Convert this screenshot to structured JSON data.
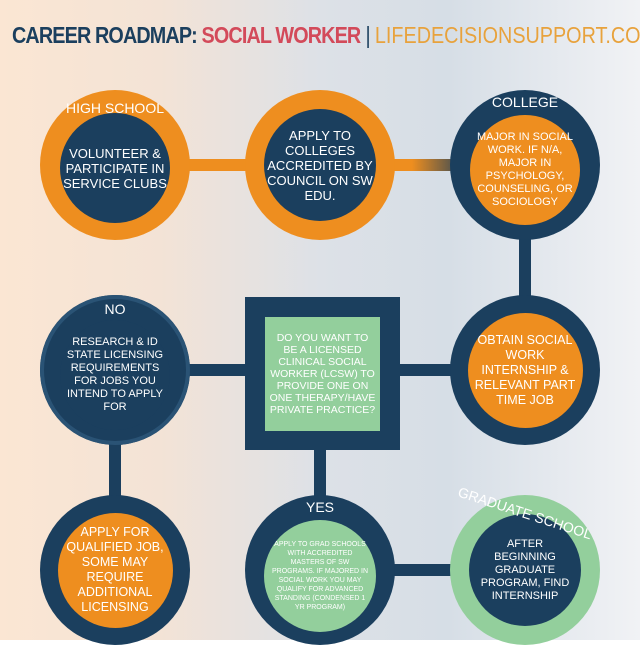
{
  "header": {
    "title_part1": "CAREER ROADMAP:",
    "title_part2": "SOCIAL WORKER",
    "separator": "|",
    "site": "LIFEDECISIONSUPPORT.COM"
  },
  "colors": {
    "navy": "#1b3f5e",
    "orange": "#ee8e1f",
    "green": "#93cf9c",
    "red": "#d34a5a"
  },
  "nodes": {
    "high_school": {
      "label": "High School",
      "text": "Volunteer & participate in service clubs"
    },
    "apply": {
      "text": "Apply to colleges accredited by council on SW Edu."
    },
    "college": {
      "label": "College",
      "text": "Major in social work. If N/A, major in psychology, counseling, or sociology"
    },
    "no": {
      "label": "No",
      "text": "Research & ID state licensing requirements for jobs you intend to apply for"
    },
    "decision": {
      "text": "Do you want to be a licensed clinical social worker (LCSW) to provide one on one therapy/have private practice?"
    },
    "internship": {
      "text": "Obtain social work internship & relevant part time job"
    },
    "job": {
      "text": "Apply for qualified job, some may require additional licensing"
    },
    "yes": {
      "label": "Yes",
      "text": "Apply to grad schools with accredited masters of SW programs. If majored in social work you may qualify for advanced standing (condensed 1 yr program)"
    },
    "grad": {
      "label": "Graduate School",
      "text": "After beginning graduate program, find internship"
    }
  }
}
